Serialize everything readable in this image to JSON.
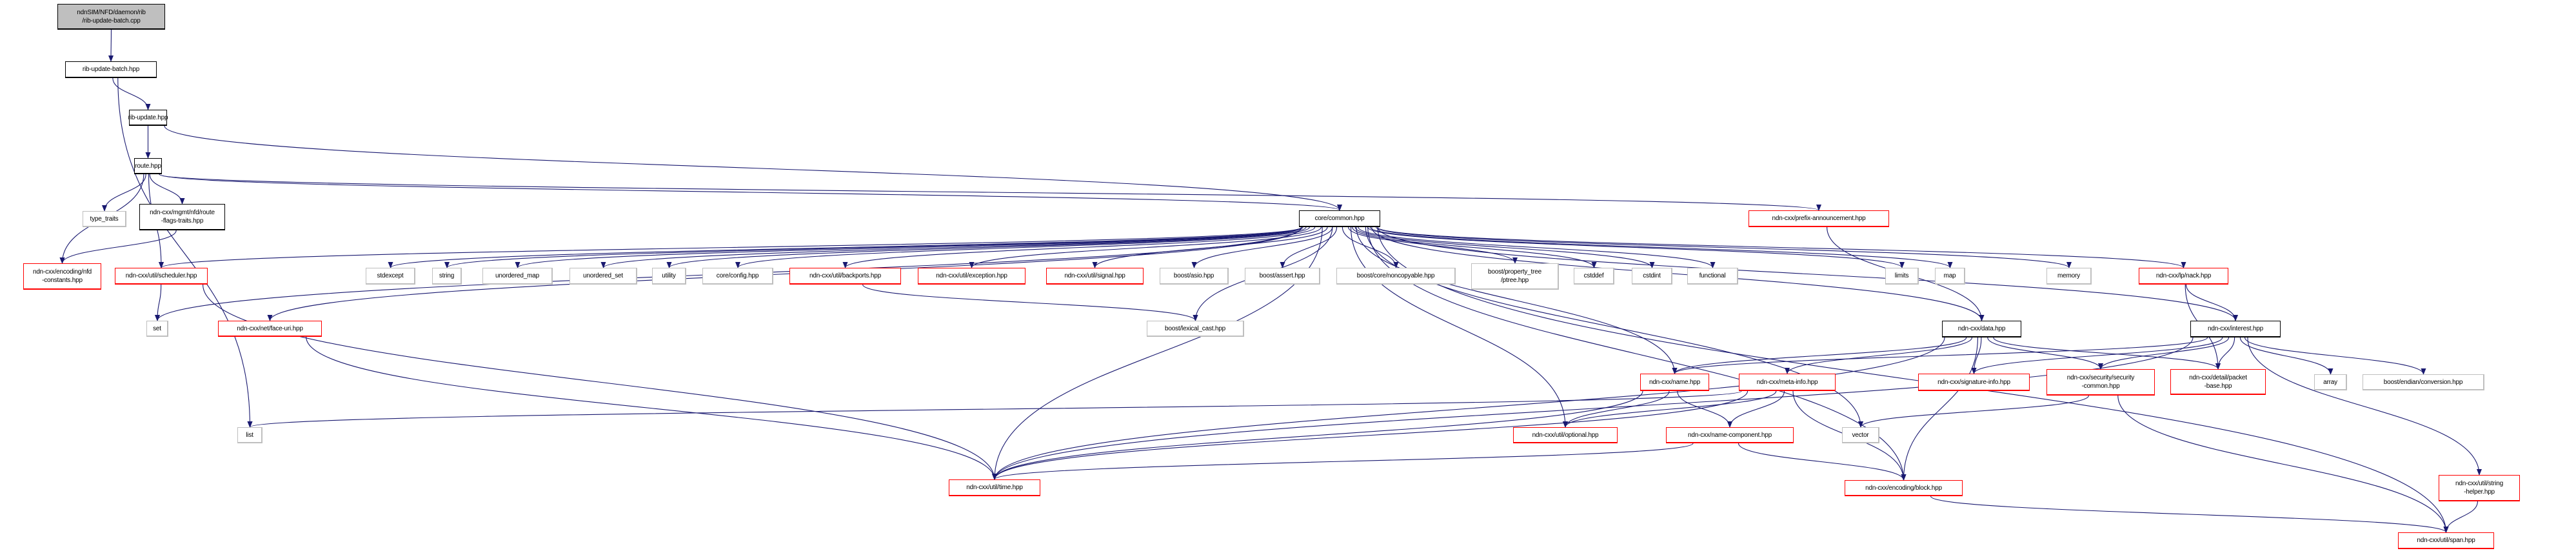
{
  "colors": {
    "edge": "#191970",
    "external_border": "#ff0000",
    "system_border": "#bfbfbf",
    "root_fill": "#bfbfbf",
    "doc_border": "#000000"
  },
  "nodes": [
    {
      "id": "main",
      "kind": "root",
      "lines": [
        "ndnSIM/NFD/daemon/rib",
        "/rib-update-batch.cpp"
      ]
    },
    {
      "id": "rub",
      "kind": "doc",
      "lines": [
        "rib-update-batch.hpp"
      ]
    },
    {
      "id": "ru",
      "kind": "doc",
      "lines": [
        "rib-update.hpp"
      ]
    },
    {
      "id": "route",
      "kind": "doc",
      "lines": [
        "route.hpp"
      ]
    },
    {
      "id": "tt",
      "kind": "sys",
      "lines": [
        "type_traits"
      ]
    },
    {
      "id": "rft",
      "kind": "doc",
      "lines": [
        "ndn-cxx/mgmt/nfd/route",
        "-flags-traits.hpp"
      ]
    },
    {
      "id": "nfdc",
      "kind": "ext",
      "lines": [
        "ndn-cxx/encoding/nfd",
        "-constants.hpp"
      ]
    },
    {
      "id": "sched",
      "kind": "ext",
      "lines": [
        "ndn-cxx/util/scheduler.hpp"
      ]
    },
    {
      "id": "set",
      "kind": "sys",
      "lines": [
        "set"
      ]
    },
    {
      "id": "face",
      "kind": "ext",
      "lines": [
        "ndn-cxx/net/face-uri.hpp"
      ]
    },
    {
      "id": "list",
      "kind": "sys",
      "lines": [
        "list"
      ]
    },
    {
      "id": "common",
      "kind": "doc",
      "lines": [
        "core/common.hpp"
      ]
    },
    {
      "id": "prefix",
      "kind": "ext",
      "lines": [
        "ndn-cxx/prefix-announcement.hpp"
      ]
    },
    {
      "id": "stdexcept",
      "kind": "sys",
      "lines": [
        "stdexcept"
      ]
    },
    {
      "id": "string",
      "kind": "sys",
      "lines": [
        "string"
      ]
    },
    {
      "id": "umap",
      "kind": "sys",
      "lines": [
        "unordered_map"
      ]
    },
    {
      "id": "uset",
      "kind": "sys",
      "lines": [
        "unordered_set"
      ]
    },
    {
      "id": "utility",
      "kind": "sys",
      "lines": [
        "utility"
      ]
    },
    {
      "id": "config",
      "kind": "sys",
      "lines": [
        "core/config.hpp"
      ]
    },
    {
      "id": "backports",
      "kind": "ext",
      "lines": [
        "ndn-cxx/util/backports.hpp"
      ]
    },
    {
      "id": "exception",
      "kind": "ext",
      "lines": [
        "ndn-cxx/util/exception.hpp"
      ]
    },
    {
      "id": "signal",
      "kind": "ext",
      "lines": [
        "ndn-cxx/util/signal.hpp"
      ]
    },
    {
      "id": "asio",
      "kind": "sys",
      "lines": [
        "boost/asio.hpp"
      ]
    },
    {
      "id": "assert",
      "kind": "sys",
      "lines": [
        "boost/assert.hpp"
      ]
    },
    {
      "id": "noncopy",
      "kind": "sys",
      "lines": [
        "boost/core/noncopyable.hpp"
      ]
    },
    {
      "id": "ptree",
      "kind": "sys",
      "lines": [
        "boost/property_tree",
        "/ptree.hpp"
      ]
    },
    {
      "id": "cstddef",
      "kind": "sys",
      "lines": [
        "cstddef"
      ]
    },
    {
      "id": "cstdint",
      "kind": "sys",
      "lines": [
        "cstdint"
      ]
    },
    {
      "id": "functional",
      "kind": "sys",
      "lines": [
        "functional"
      ]
    },
    {
      "id": "limits",
      "kind": "sys",
      "lines": [
        "limits"
      ]
    },
    {
      "id": "map",
      "kind": "sys",
      "lines": [
        "map"
      ]
    },
    {
      "id": "memory",
      "kind": "sys",
      "lines": [
        "memory"
      ]
    },
    {
      "id": "nack",
      "kind": "ext",
      "lines": [
        "ndn-cxx/lp/nack.hpp"
      ]
    },
    {
      "id": "lexical",
      "kind": "sys",
      "lines": [
        "boost/lexical_cast.hpp"
      ]
    },
    {
      "id": "data",
      "kind": "doc",
      "lines": [
        "ndn-cxx/data.hpp"
      ]
    },
    {
      "id": "interest",
      "kind": "doc",
      "lines": [
        "ndn-cxx/interest.hpp"
      ]
    },
    {
      "id": "name",
      "kind": "ext",
      "lines": [
        "ndn-cxx/name.hpp"
      ]
    },
    {
      "id": "meta",
      "kind": "ext",
      "lines": [
        "ndn-cxx/meta-info.hpp"
      ]
    },
    {
      "id": "siginfo",
      "kind": "ext",
      "lines": [
        "ndn-cxx/signature-info.hpp"
      ]
    },
    {
      "id": "seccommon",
      "kind": "ext",
      "lines": [
        "ndn-cxx/security/security",
        "-common.hpp"
      ]
    },
    {
      "id": "packetbase",
      "kind": "ext",
      "lines": [
        "ndn-cxx/detail/packet",
        "-base.hpp"
      ]
    },
    {
      "id": "array",
      "kind": "sys",
      "lines": [
        "array"
      ]
    },
    {
      "id": "endian",
      "kind": "sys",
      "lines": [
        "boost/endian/conversion.hpp"
      ]
    },
    {
      "id": "optional",
      "kind": "ext",
      "lines": [
        "ndn-cxx/util/optional.hpp"
      ]
    },
    {
      "id": "namecomp",
      "kind": "ext",
      "lines": [
        "ndn-cxx/name-component.hpp"
      ]
    },
    {
      "id": "vector",
      "kind": "sys",
      "lines": [
        "vector"
      ]
    },
    {
      "id": "time",
      "kind": "ext",
      "lines": [
        "ndn-cxx/util/time.hpp"
      ]
    },
    {
      "id": "block",
      "kind": "ext",
      "lines": [
        "ndn-cxx/encoding/block.hpp"
      ]
    },
    {
      "id": "strhelper",
      "kind": "ext",
      "lines": [
        "ndn-cxx/util/string",
        "-helper.hpp"
      ]
    },
    {
      "id": "span",
      "kind": "ext",
      "lines": [
        "ndn-cxx/util/span.hpp"
      ]
    }
  ],
  "edges": [
    [
      "main",
      "rub"
    ],
    [
      "rub",
      "ru"
    ],
    [
      "rub",
      "list"
    ],
    [
      "ru",
      "route"
    ],
    [
      "ru",
      "common"
    ],
    [
      "route",
      "tt"
    ],
    [
      "route",
      "rft"
    ],
    [
      "route",
      "nfdc"
    ],
    [
      "route",
      "sched"
    ],
    [
      "route",
      "common"
    ],
    [
      "route",
      "prefix"
    ],
    [
      "rft",
      "nfdc"
    ],
    [
      "common",
      "stdexcept"
    ],
    [
      "common",
      "string"
    ],
    [
      "common",
      "umap"
    ],
    [
      "common",
      "uset"
    ],
    [
      "common",
      "utility"
    ],
    [
      "common",
      "config"
    ],
    [
      "common",
      "backports"
    ],
    [
      "common",
      "exception"
    ],
    [
      "common",
      "signal"
    ],
    [
      "common",
      "asio"
    ],
    [
      "common",
      "assert"
    ],
    [
      "common",
      "noncopy"
    ],
    [
      "common",
      "ptree"
    ],
    [
      "common",
      "cstddef"
    ],
    [
      "common",
      "cstdint"
    ],
    [
      "common",
      "functional"
    ],
    [
      "common",
      "limits"
    ],
    [
      "common",
      "map"
    ],
    [
      "common",
      "memory"
    ],
    [
      "common",
      "nack"
    ],
    [
      "common",
      "data"
    ],
    [
      "common",
      "interest"
    ],
    [
      "common",
      "name"
    ],
    [
      "common",
      "optional"
    ],
    [
      "common",
      "time"
    ],
    [
      "common",
      "sched"
    ],
    [
      "common",
      "set"
    ],
    [
      "common",
      "face"
    ],
    [
      "common",
      "lexical"
    ],
    [
      "common",
      "vector"
    ],
    [
      "common",
      "block"
    ],
    [
      "common",
      "span"
    ],
    [
      "sched",
      "set"
    ],
    [
      "sched",
      "time"
    ],
    [
      "face",
      "time"
    ],
    [
      "backports",
      "lexical"
    ],
    [
      "prefix",
      "data"
    ],
    [
      "nack",
      "interest"
    ],
    [
      "nack",
      "packetbase"
    ],
    [
      "data",
      "name"
    ],
    [
      "data",
      "meta"
    ],
    [
      "data",
      "siginfo"
    ],
    [
      "data",
      "seccommon"
    ],
    [
      "data",
      "packetbase"
    ],
    [
      "data",
      "block"
    ],
    [
      "data",
      "time"
    ],
    [
      "interest",
      "name"
    ],
    [
      "interest",
      "siginfo"
    ],
    [
      "interest",
      "seccommon"
    ],
    [
      "interest",
      "packetbase"
    ],
    [
      "interest",
      "array"
    ],
    [
      "interest",
      "endian"
    ],
    [
      "interest",
      "strhelper"
    ],
    [
      "interest",
      "time"
    ],
    [
      "name",
      "optional"
    ],
    [
      "name",
      "namecomp"
    ],
    [
      "name",
      "time"
    ],
    [
      "meta",
      "list"
    ],
    [
      "meta",
      "optional"
    ],
    [
      "meta",
      "namecomp"
    ],
    [
      "meta",
      "time"
    ],
    [
      "meta",
      "block"
    ],
    [
      "seccommon",
      "vector"
    ],
    [
      "seccommon",
      "span"
    ],
    [
      "strhelper",
      "span"
    ],
    [
      "block",
      "span"
    ],
    [
      "namecomp",
      "block"
    ],
    [
      "namecomp",
      "time"
    ]
  ]
}
